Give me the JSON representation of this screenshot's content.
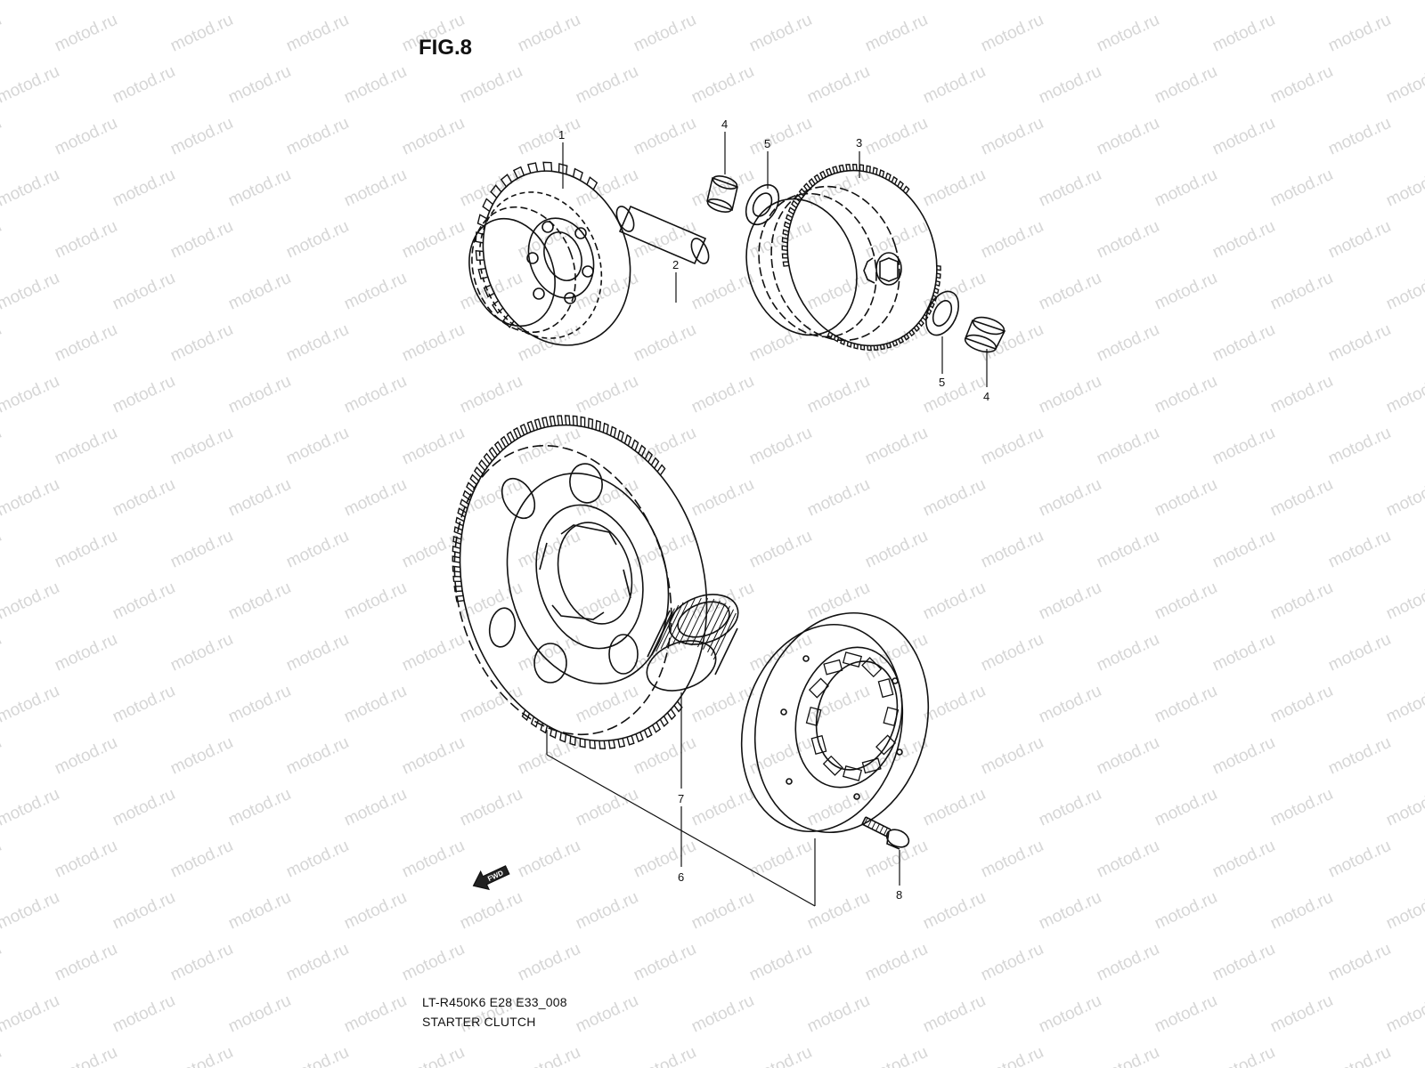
{
  "figure": {
    "title": "FIG.8",
    "code": "LT-R450K6 E28 E33_008",
    "name": "STARTER CLUTCH"
  },
  "watermark": {
    "text": "motod.ru",
    "color": "#d6d6d6"
  },
  "callouts": [
    {
      "id": "1",
      "label": "1"
    },
    {
      "id": "2",
      "label": "2"
    },
    {
      "id": "3",
      "label": "3"
    },
    {
      "id": "4a",
      "label": "4"
    },
    {
      "id": "5a",
      "label": "5"
    },
    {
      "id": "5b",
      "label": "5"
    },
    {
      "id": "4b",
      "label": "4"
    },
    {
      "id": "7",
      "label": "7"
    },
    {
      "id": "6",
      "label": "6"
    },
    {
      "id": "8",
      "label": "8"
    }
  ],
  "fwd_arrow": {
    "label": "FWD"
  }
}
